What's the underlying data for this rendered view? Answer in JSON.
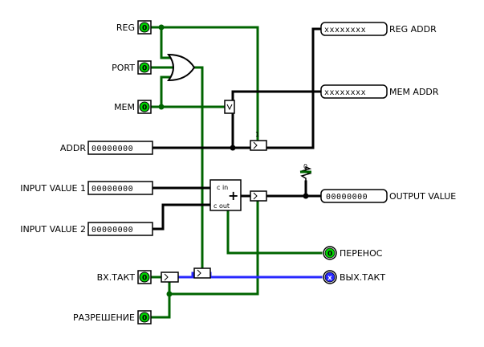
{
  "colors": {
    "wire_on": "#006400",
    "wire_off": "#000000",
    "wire_clock": "#2828ff",
    "pin_fill": "#00d200",
    "pin_outline": "#000000"
  },
  "inputs": {
    "reg": {
      "label": "REG",
      "value": "0"
    },
    "port": {
      "label": "PORT",
      "value": "0"
    },
    "mem": {
      "label": "MEM",
      "value": "0"
    },
    "addr": {
      "label": "ADDR",
      "value": "00000000"
    },
    "input1": {
      "label": "INPUT VALUE 1",
      "value": "00000000"
    },
    "input2": {
      "label": "INPUT VALUE 2",
      "value": "00000000"
    },
    "clock": {
      "label": "ВХ.ТАКТ",
      "value": "0"
    },
    "enable": {
      "label": "РАЗРЕШЕНИЕ",
      "value": "0"
    }
  },
  "outputs": {
    "reg_addr": {
      "label": "REG ADDR",
      "value": "xxxxxxxx"
    },
    "mem_addr": {
      "label": "MEM ADDR",
      "value": "xxxxxxxx"
    },
    "output_value": {
      "label": "OUTPUT VALUE",
      "value": "00000000"
    },
    "carry": {
      "label": "ПЕРЕНОС",
      "value": "0"
    },
    "clock_out": {
      "label": "ВЫХ.ТАКТ",
      "value": "x"
    }
  },
  "components": {
    "adder": {
      "cin_label": "c in",
      "cout_label": "c out",
      "symbol": "+"
    },
    "pulldown_value": "0",
    "register_small_label": "1"
  },
  "icons": {
    "or_gate": "or-gate-icon",
    "adder": "adder-icon",
    "register": "register-icon",
    "resistor": "pull-resistor-icon"
  }
}
